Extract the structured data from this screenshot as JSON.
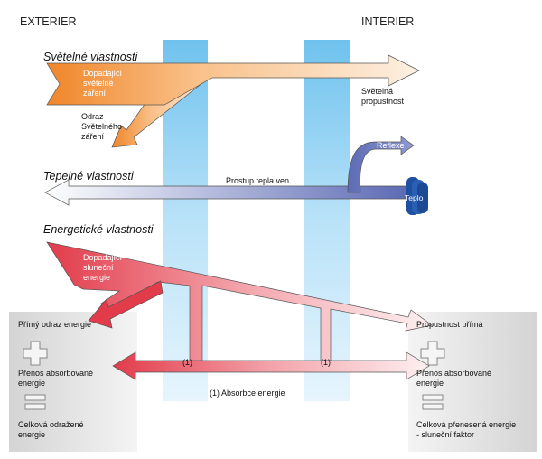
{
  "header": {
    "left": "EXTERIER",
    "right": "INTERIER"
  },
  "sections": {
    "light": "Světelné vlastnosti",
    "thermal": "Tepelné vlastnosti",
    "energy": "Energetické vlastnosti"
  },
  "light": {
    "incident": [
      "Dopadající",
      "světelné",
      "záření"
    ],
    "reflection": [
      "Odraz",
      "Světelného",
      "záření"
    ],
    "transmission": [
      "Světelná",
      "propustnost"
    ]
  },
  "thermal": {
    "reflex": "Reflexe",
    "heat_loss": "Prostup tepla ven",
    "heat": "Teplo"
  },
  "energy": {
    "incident": [
      "Dopadající",
      "sluneční",
      "energie"
    ],
    "marker": "(1)",
    "absorption_note": "(1) Absorbce energie"
  },
  "left_panel": {
    "direct_reflection": "Přímý odraz energie",
    "absorbed_transfer": [
      "Přenos absorbované",
      "energie"
    ],
    "total_reflected": [
      "Celková odražené",
      "energie"
    ]
  },
  "right_panel": {
    "direct_transmission": "Propustnost přímá",
    "absorbed_transfer": [
      "Přenos absorbované",
      "energie"
    ],
    "total_transmitted": [
      "Celková přenesená energie",
      "- sluneční faktor"
    ]
  },
  "colors": {
    "light_arrow": "#f28c28",
    "energy_arrow": "#e8434f",
    "thermal_arrow": "#5d6bb5",
    "glass": "#7ec8ee",
    "panel": "#e3e3e3"
  }
}
